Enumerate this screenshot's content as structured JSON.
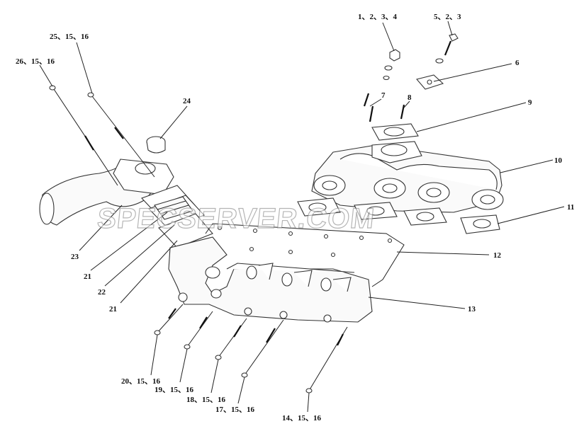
{
  "watermark": "SPECSERVER.COM",
  "callouts": [
    {
      "id": "c1",
      "text": "1、2、3、4"
    },
    {
      "id": "c2",
      "text": "5、2、3"
    },
    {
      "id": "c3",
      "text": "6"
    },
    {
      "id": "c4",
      "text": "7"
    },
    {
      "id": "c5",
      "text": "8"
    },
    {
      "id": "c6",
      "text": "9"
    },
    {
      "id": "c7",
      "text": "10"
    },
    {
      "id": "c8",
      "text": "11"
    },
    {
      "id": "c9",
      "text": "12"
    },
    {
      "id": "c10",
      "text": "13"
    },
    {
      "id": "c11",
      "text": "14、15、16"
    },
    {
      "id": "c12",
      "text": "17、15、16"
    },
    {
      "id": "c13",
      "text": "18、15、16"
    },
    {
      "id": "c14",
      "text": "19、15、16"
    },
    {
      "id": "c15",
      "text": "20、15、16"
    },
    {
      "id": "c16",
      "text": "21"
    },
    {
      "id": "c17",
      "text": "22"
    },
    {
      "id": "c18",
      "text": "21"
    },
    {
      "id": "c19",
      "text": "23"
    },
    {
      "id": "c20",
      "text": "24"
    },
    {
      "id": "c21",
      "text": "25、15、16"
    },
    {
      "id": "c22",
      "text": "26、15、16"
    }
  ]
}
